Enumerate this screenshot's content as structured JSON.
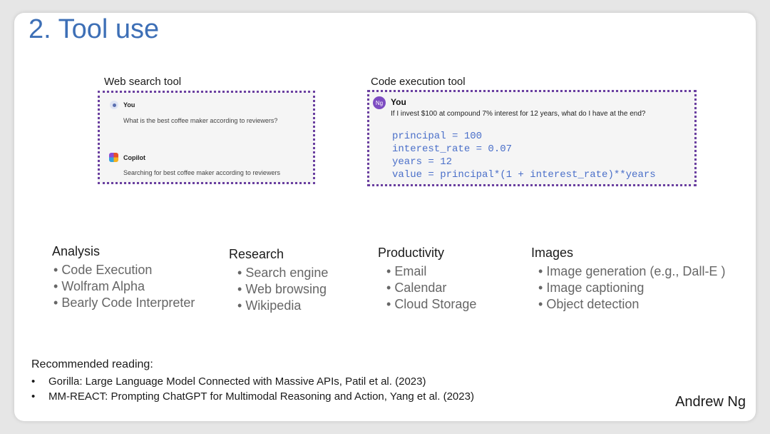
{
  "title": "2. Tool use",
  "web_tool": {
    "label": "Web search tool",
    "user_name": "You",
    "user_message": "What is the best coffee maker according to reviewers?",
    "bot_name": "Copilot",
    "bot_message": "Searching for best coffee maker according to reviewers"
  },
  "code_tool": {
    "label": "Code execution tool",
    "avatar_initials": "Ng",
    "user_name": "You",
    "question": "If I invest $100 at compound 7% interest for 12 years, what do I have at the end?",
    "code_lines": [
      "principal = 100",
      "interest_rate = 0.07",
      "years = 12",
      "value = principal*(1 + interest_rate)**years"
    ]
  },
  "categories": [
    {
      "title": "Analysis",
      "items": [
        "Code Execution",
        "Wolfram Alpha",
        "Bearly Code Interpreter"
      ]
    },
    {
      "title": "Research",
      "items": [
        "Search engine",
        "Web browsing",
        "Wikipedia"
      ]
    },
    {
      "title": "Productivity",
      "items": [
        "Email",
        "Calendar",
        "Cloud Storage"
      ]
    },
    {
      "title": "Images",
      "items": [
        "Image generation (e.g., Dall-E )",
        "Image captioning",
        "Object detection"
      ]
    }
  ],
  "reading": {
    "title": "Recommended reading:",
    "items": [
      "Gorilla: Large Language Model Connected with Massive APIs, Patil et al. (2023)",
      "MM-REACT: Prompting ChatGPT for Multimodal Reasoning and Action, Yang et al. (2023)"
    ]
  },
  "author": "Andrew Ng",
  "colors": {
    "title": "#3d6fb6",
    "dotted_border": "#6a3fa0",
    "code_text": "#4a6fc9"
  }
}
